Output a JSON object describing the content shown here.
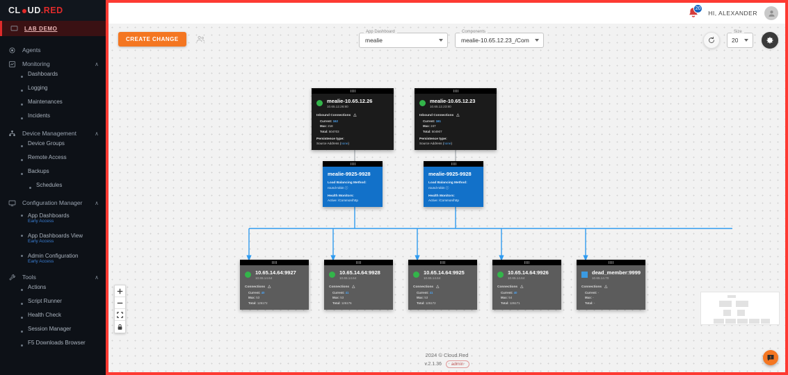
{
  "brand": {
    "part1": "CL",
    "part2": "UD",
    "part3": ".RED"
  },
  "sidebar": {
    "lab_demo": "LAB DEMO",
    "groups": [
      {
        "label": "Agents",
        "icon": "agents-icon",
        "chevron": ""
      },
      {
        "label": "Monitoring",
        "icon": "monitoring-icon",
        "chevron": "∧"
      },
      {
        "label": "Device Management",
        "icon": "device-management-icon",
        "chevron": "∧"
      },
      {
        "label": "Configuration Manager",
        "icon": "configuration-manager-icon",
        "chevron": "∧"
      },
      {
        "label": "Tools",
        "icon": "tools-icon",
        "chevron": "∧"
      }
    ],
    "monitoring_items": [
      {
        "label": "Dashboards"
      },
      {
        "label": "Logging"
      },
      {
        "label": "Maintenances"
      },
      {
        "label": "Incidents"
      }
    ],
    "device_items": [
      {
        "label": "Device Groups"
      },
      {
        "label": "Remote Access"
      },
      {
        "label": "Backups"
      }
    ],
    "device_sub": [
      {
        "label": "Schedules"
      }
    ],
    "config_items": [
      {
        "label": "App Dashboards",
        "badge": "Early Access"
      },
      {
        "label": "App Dashboards View",
        "badge": "Early Access"
      },
      {
        "label": "Admin Configuration",
        "badge": "Early Access"
      }
    ],
    "tools_items": [
      {
        "label": "Actions"
      },
      {
        "label": "Script Runner"
      },
      {
        "label": "Health Check"
      },
      {
        "label": "Session Manager"
      },
      {
        "label": "F5 Downloads Browser"
      }
    ]
  },
  "header": {
    "notifications_count": "20",
    "greeting": "HI, ALEXANDER",
    "bell_icon": "bell-icon",
    "avatar_icon": "avatar-icon"
  },
  "toolbar": {
    "create_change_label": "CREATE CHANGE",
    "users_icon": "users-icon",
    "app_dashboard": {
      "legend": "App Dashboard",
      "value": "mealie"
    },
    "components": {
      "legend": "Components",
      "value": "mealie-10.65.12.23_/Comm..."
    },
    "size": {
      "legend": "Size",
      "value": "20"
    },
    "refresh_icon": "refresh-icon",
    "settings_icon": "gear-icon"
  },
  "zoom_controls": [
    {
      "name": "zoom-in-button",
      "glyph": "➕"
    },
    {
      "name": "zoom-out-button",
      "glyph": "➖"
    },
    {
      "name": "fit-view-button",
      "glyph": "⛶"
    },
    {
      "name": "lock-button",
      "glyph": "🔒"
    }
  ],
  "nodes": {
    "virtual_servers": [
      {
        "title": "mealie-10.65.12.26",
        "subtitle": "10.65.12.26:80",
        "status": "green",
        "section": "Inbound Connections",
        "stats": [
          {
            "key": "Current:",
            "value": "162"
          },
          {
            "key": "Max:",
            "value": "218"
          },
          {
            "key": "Total:",
            "value": "504703"
          }
        ],
        "persistence_title": "Persistence type:",
        "persistence_line": "Source Address (",
        "persistence_link": "none",
        "persistence_close": ")"
      },
      {
        "title": "mealie-10.65.12.23",
        "subtitle": "10.65.12.23:80",
        "status": "green",
        "section": "Inbound Connections",
        "stats": [
          {
            "key": "Current:",
            "value": "161"
          },
          {
            "key": "Max:",
            "value": "247"
          },
          {
            "key": "Total:",
            "value": "504907"
          }
        ],
        "persistence_title": "Persistence type:",
        "persistence_line": "Source Address (",
        "persistence_link": "none",
        "persistence_close": ")"
      }
    ],
    "pools": [
      {
        "title": "mealie-9925-9928",
        "lb_title": "Load Balancing Method:",
        "lb_value": "round-robin",
        "hm_title": "Health Monitors:",
        "hm_value": "Active: /Common/http"
      },
      {
        "title": "mealie-9925-9928",
        "lb_title": "Load Balancing Method:",
        "lb_value": "round-robin",
        "hm_title": "Health Monitors:",
        "hm_value": "Active: /Common/http"
      }
    ],
    "members": [
      {
        "title": "10.65.14.64:9927",
        "subtitle": "10.65.14.64",
        "status": "green",
        "section": "Connections",
        "stats": [
          {
            "key": "Current:",
            "value": "40"
          },
          {
            "key": "Max:",
            "value": "53"
          },
          {
            "key": "Total:",
            "value": "126172"
          }
        ]
      },
      {
        "title": "10.65.14.64:9928",
        "subtitle": "10.65.14.64",
        "status": "green",
        "section": "Connections",
        "stats": [
          {
            "key": "Current:",
            "value": "41"
          },
          {
            "key": "Max:",
            "value": "53"
          },
          {
            "key": "Total:",
            "value": "126176"
          }
        ]
      },
      {
        "title": "10.65.14.64:9925",
        "subtitle": "10.65.14.64",
        "status": "green",
        "section": "Connections",
        "stats": [
          {
            "key": "Current:",
            "value": "41"
          },
          {
            "key": "Max:",
            "value": "53"
          },
          {
            "key": "Total:",
            "value": "126172"
          }
        ]
      },
      {
        "title": "10.65.14.64:9926",
        "subtitle": "10.65.14.64",
        "status": "green",
        "section": "Connections",
        "stats": [
          {
            "key": "Current:",
            "value": "40"
          },
          {
            "key": "Max:",
            "value": "54"
          },
          {
            "key": "Total:",
            "value": "126171"
          }
        ]
      },
      {
        "title": "dead_member:9999",
        "subtitle": "10.65.14.70",
        "status": "blue",
        "section": "Connections",
        "stats": [
          {
            "key": "Current:",
            "value": "-"
          },
          {
            "key": "Max:",
            "value": "-"
          },
          {
            "key": "Total:",
            "value": "-"
          }
        ]
      }
    ]
  },
  "footer": {
    "copyright": "2024  © Cloud.Red",
    "version": "v.2.1.36",
    "role": "admin"
  },
  "help": {
    "icon": "chat-help-icon"
  },
  "colors": {
    "accent_red": "#e02b2b",
    "accent_orange": "#f47621",
    "node_blue": "#1271c9",
    "link_blue": "#4ea3f0",
    "status_green": "#33b54a",
    "border_red": "#fd3a32"
  }
}
